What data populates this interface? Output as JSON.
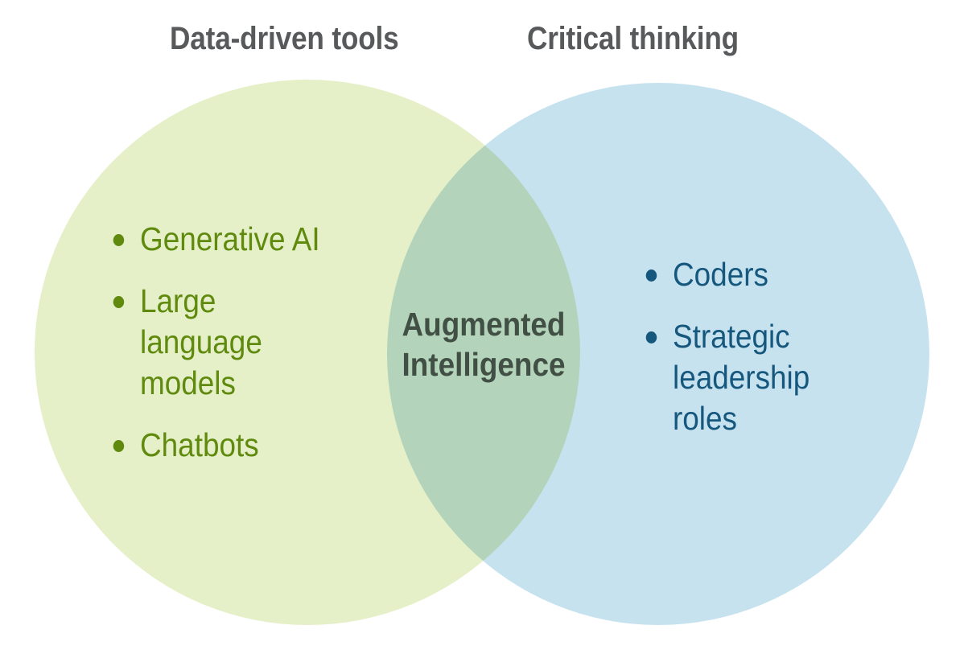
{
  "diagram": {
    "type": "venn",
    "background_color": "#FFFFFF",
    "sets": [
      {
        "id": "data-driven-tools",
        "title": "Data-driven tools",
        "title_color": "#58595B",
        "fill_color": "#E5F0C8",
        "text_color": "#5F8A0E",
        "items": [
          "Generative AI",
          "Large language models",
          "Chatbots"
        ]
      },
      {
        "id": "critical-thinking",
        "title": "Critical thinking",
        "title_color": "#58595B",
        "fill_color": "#C7E2EF",
        "text_color": "#15577D",
        "items": [
          "Coders",
          "Strategic leadership roles"
        ]
      }
    ],
    "intersection": {
      "label_lines": [
        "Augmented",
        "Intelligence"
      ],
      "fill_color": "#BDD5C0",
      "text_color": "#5C5F5C"
    }
  }
}
